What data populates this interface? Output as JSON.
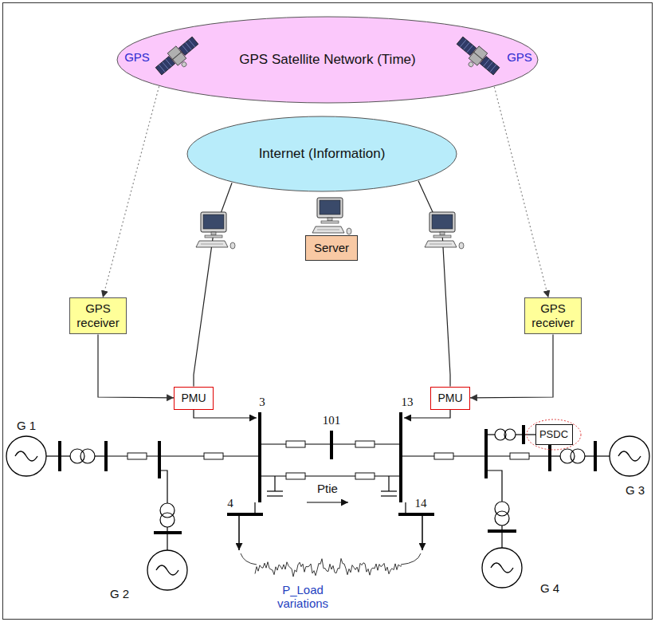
{
  "diagram": {
    "nodes": [
      {
        "text": [
          "GPS Satellite Network (Time)"
        ]
      },
      {
        "text": [
          "Internet (Information)"
        ]
      },
      {
        "text": [
          "Server"
        ]
      },
      {
        "text": [
          "GPS receiver"
        ]
      },
      {
        "text": [
          "GPS receiver"
        ]
      },
      {
        "text": [
          "PMU"
        ]
      },
      {
        "text": [
          "PMU"
        ]
      },
      {
        "text": [
          "PSDC"
        ]
      }
    ],
    "edges": [
      {
        "from": 0,
        "to": 3,
        "arrow": "to"
      },
      {
        "from": 0,
        "to": 4,
        "arrow": "to"
      },
      {
        "from": 3,
        "to": 5,
        "arrow": "to"
      },
      {
        "from": 4,
        "to": 6,
        "arrow": "to"
      },
      {
        "from": 1,
        "to": 5,
        "arrow": "none"
      },
      {
        "from": 1,
        "to": 6,
        "arrow": "none"
      }
    ],
    "labels": [
      "GPS",
      "GPS",
      "3",
      "101",
      "13",
      "G 1",
      "G 2",
      "G 3",
      "G 4",
      "4",
      "14",
      "Ptie",
      "P_Load variations"
    ]
  }
}
